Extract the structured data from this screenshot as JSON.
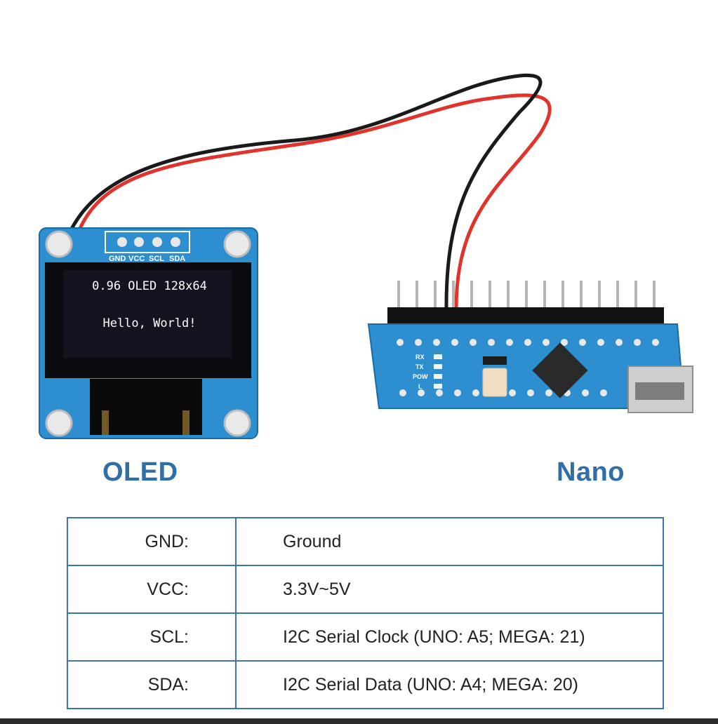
{
  "oled_module": {
    "caption": "OLED",
    "header_pins": [
      "GND",
      "VCC",
      "SCL",
      "SDA"
    ],
    "screen_line1": "0.96 OLED 128x64",
    "screen_line2": "Hello, World!"
  },
  "nano_module": {
    "caption": "Nano",
    "leds": [
      "RX",
      "TX",
      "POW",
      "L"
    ]
  },
  "wires": {
    "red": "#e0332b",
    "black": "#1a1a1a"
  },
  "colors": {
    "board_blue": "#2d8fd0",
    "caption": "#2f6ea6",
    "table_border": "#3f74a8"
  },
  "pin_table": [
    {
      "pin": "GND:",
      "description": "Ground"
    },
    {
      "pin": "VCC:",
      "description": "3.3V~5V"
    },
    {
      "pin": "SCL:",
      "description": "I2C Serial Clock (UNO: A5; MEGA: 21)"
    },
    {
      "pin": "SDA:",
      "description": "I2C Serial Data (UNO: A4; MEGA: 20)"
    }
  ]
}
